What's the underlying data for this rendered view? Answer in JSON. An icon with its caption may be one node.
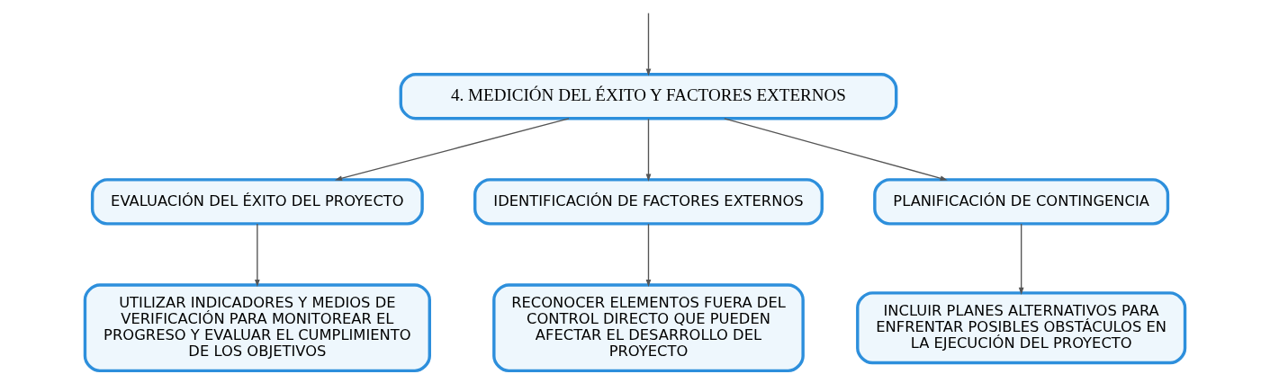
{
  "diagram": {
    "nodes": [
      {
        "text": [
          "4. MEDICIÓN DEL ÉXITO Y FACTORES EXTERNOS"
        ]
      },
      {
        "text": [
          "EVALUACIÓN DEL ÉXITO DEL PROYECTO"
        ]
      },
      {
        "text": [
          "IDENTIFICACIÓN DE FACTORES EXTERNOS"
        ]
      },
      {
        "text": [
          "PLANIFICACIÓN DE CONTINGENCIA"
        ]
      },
      {
        "text": [
          "UTILIZAR INDICADORES Y MEDIOS DE VERIFICACIÓN PARA MONITOREAR EL PROGRESO Y EVALUAR EL CUMPLIMIENTO DE LOS OBJETIVOS"
        ]
      },
      {
        "text": [
          "RECONOCER ELEMENTOS FUERA DEL CONTROL DIRECTO QUE PUEDEN AFECTAR EL DESARROLLO DEL PROYECTO"
        ]
      },
      {
        "text": [
          "INCLUIR PLANES ALTERNATIVOS PARA ENFRENTAR POSIBLES OBSTÁCULOS EN LA EJECUCIÓN DEL PROYECTO"
        ]
      }
    ],
    "edges": [
      {
        "from": null,
        "to": 0,
        "arrow": "to"
      },
      {
        "from": 0,
        "to": 1,
        "arrow": "to"
      },
      {
        "from": 0,
        "to": 2,
        "arrow": "to"
      },
      {
        "from": 0,
        "to": 3,
        "arrow": "to"
      },
      {
        "from": 1,
        "to": 4,
        "arrow": "to"
      },
      {
        "from": 2,
        "to": 5,
        "arrow": "to"
      },
      {
        "from": 3,
        "to": 6,
        "arrow": "to"
      }
    ]
  }
}
